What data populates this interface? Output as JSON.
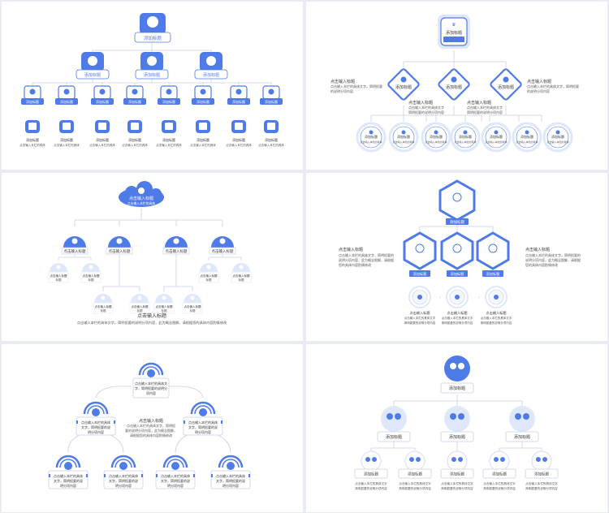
{
  "colors": {
    "accent": "#4f7be8",
    "accent_light": "#dfe7fb",
    "line": "#c6cfe6",
    "text": "#333333",
    "subtext": "#555555"
  },
  "texts": {
    "add_title": "添加标题",
    "click_title": "点击输入标题",
    "detail_short": "点击输入本栏的具体",
    "detail_short2": "点击输入本栏的具体",
    "detail_line1": "点击输入本栏的具体文字，简明扼要的",
    "detail_line2": "说明分项内容",
    "detail_long1": "点击输入本栏的具体文字，简明扼要的说明分项内容，此为概念图解，请根据",
    "detail_long2": "您的具体内容酌情修改",
    "label_short": "标题",
    "caption": "点击输入标题",
    "p3_desc1": "点击输入本栏的具体文字，简明扼要的说明分项内容，此为概念图解，请根据您的具体内容酌情修改",
    "p2_side_left1": "点击输入标题",
    "p2_side_left2": "点击输入本栏的具体文字，简明扼要",
    "p2_side_left3": "的说明分项内容",
    "p2_mid1": "点击输入标题",
    "p2_mid2": "点击输入本栏的具体文字",
    "p2_mid3": "简明扼要的说明分项内容",
    "p4_left1": "点击输入标题",
    "p4_left2": "点击输入本栏的具体文字，简明扼要的",
    "p4_left3": "说明分项内容，此为概念图解，请根据",
    "p4_left4": "您的具体内容酌情修改",
    "p4_right1": "点击输入标题",
    "p4_right2": "点击输入本栏的具体文字，简明扼要的",
    "p4_right3": "说明分项内容，此为概念图解，请根据",
    "p4_right4": "您的具体内容酌情修改",
    "p4_small1": "点击输入标题",
    "p4_small2": "点击输入本栏的具体文字",
    "p4_small3": "简明扼要的说明分项内容",
    "p5_top1": "点击输入本栏的具体文",
    "p5_top2": "字，简明扼要的说明分",
    "p5_top3": "项内容",
    "p5_mid1": "点击输入本栏的具体",
    "p5_mid2": "文字，简明扼要的说",
    "p5_mid3": "明分项内容",
    "p5_center1": "点击输入本栏的具体文字，简明扼",
    "p5_center2": "要的说明分项内容，此为概念图解，",
    "p5_center3": "请根据您的具体内容酌情修改",
    "p6_desc1": "点击输入本栏的具体文字",
    "p6_desc2": "简明扼要的说明分项内容"
  }
}
